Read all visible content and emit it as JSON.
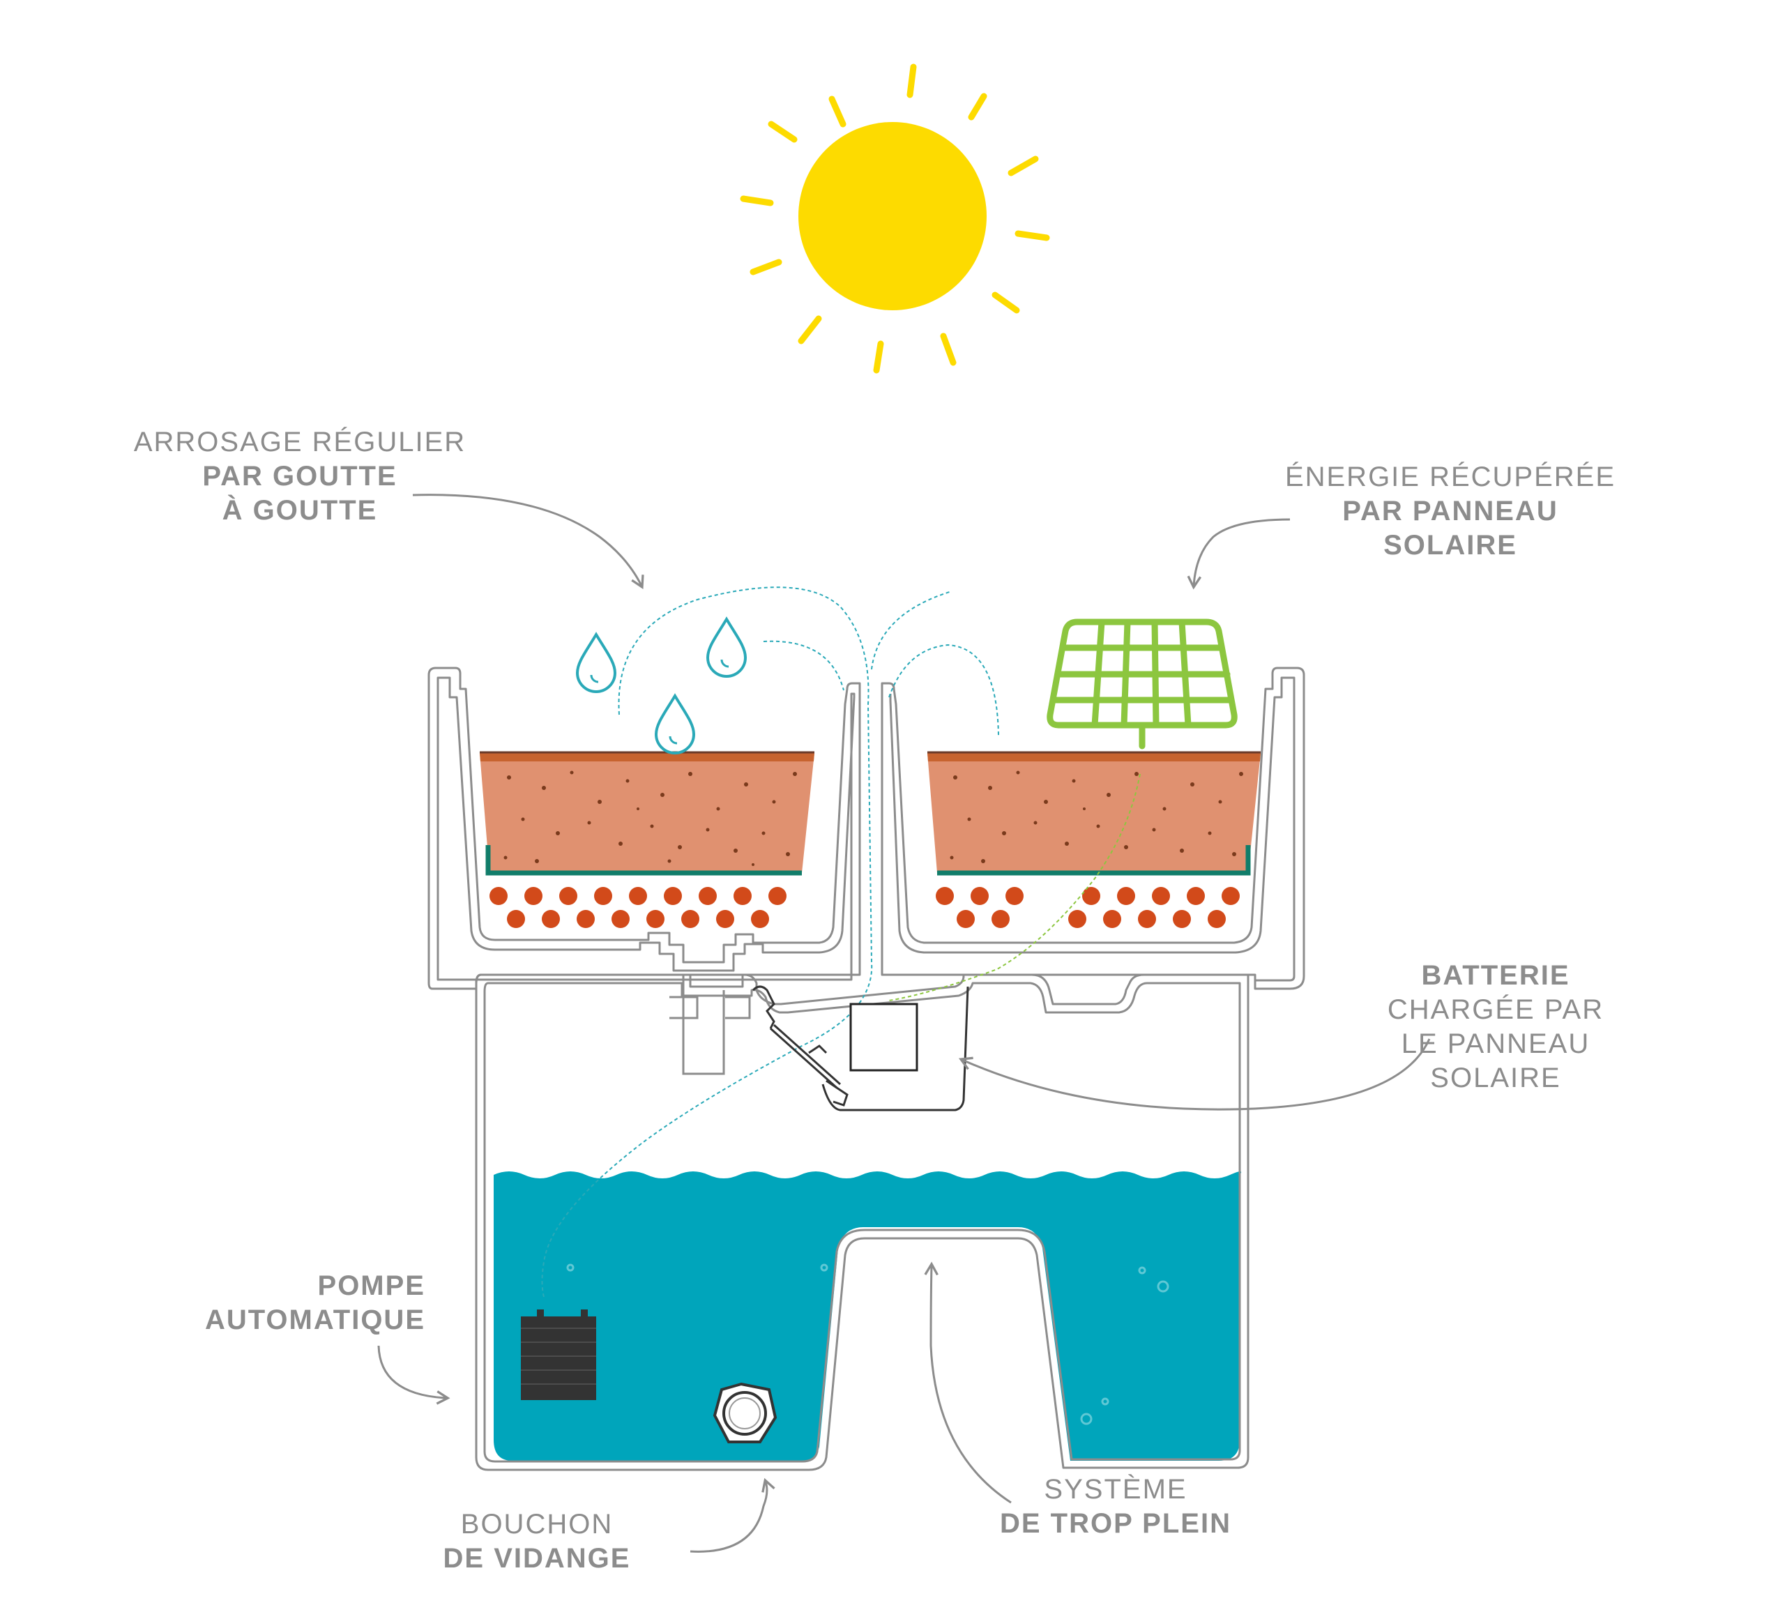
{
  "colors": {
    "sun": "#fddb00",
    "water": "#00a5bb",
    "soil": "#e09170",
    "soil_top": "#c7632f",
    "clay_ball": "#d24a1a",
    "felt": "#117d6a",
    "solar_panel": "#8cc63f",
    "outline": "#8c8c8c",
    "label": "#8c8c8c",
    "pump": "#333333",
    "drop": "#2aa9b8"
  },
  "labels": {
    "drip": {
      "line1": "ARROSAGE RÉGULIER",
      "line2": "PAR GOUTTE",
      "line3": "À GOUTTE"
    },
    "solar": {
      "line1": "ÉNERGIE RÉCUPÉRÉE",
      "line2": "PAR PANNEAU",
      "line3": "SOLAIRE"
    },
    "battery": {
      "line1": "BATTERIE",
      "line2": "CHARGÉE PAR",
      "line3": "LE PANNEAU",
      "line4": "SOLAIRE"
    },
    "pump": {
      "line1": "POMPE",
      "line2": "AUTOMATIQUE"
    },
    "drain": {
      "line1": "BOUCHON",
      "line2": "DE VIDANGE"
    },
    "overflow": {
      "line1": "SYSTÈME",
      "line2": "DE TROP PLEIN"
    }
  }
}
